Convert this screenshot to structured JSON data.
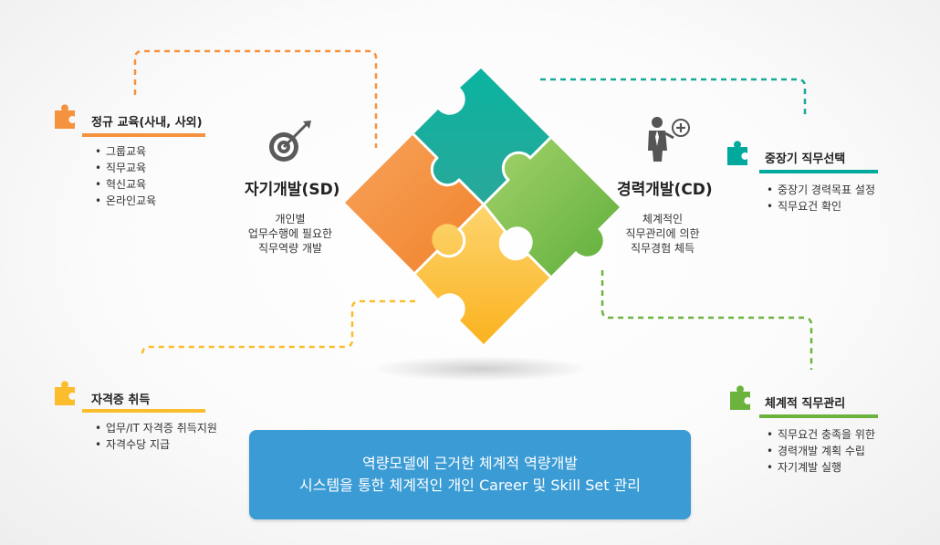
{
  "center_left": {
    "title": "자기개발(SD)",
    "desc": [
      "개인별",
      "업무수행에 필요한",
      "직무역량 개발"
    ]
  },
  "center_right": {
    "title": "경력개발(CD)",
    "desc": [
      "체계적인",
      "직무관리에 의한",
      "직무경험 체득"
    ]
  },
  "sections": {
    "regular_edu": {
      "title": "정규 교육(사내, 사외)",
      "items": [
        "그룹교육",
        "직무교육",
        "혁신교육",
        "온라인교육"
      ]
    },
    "certificate": {
      "title": "자격증 취득",
      "items": [
        "업무/IT 자격증 취득지원",
        "자격수당 지급"
      ]
    },
    "mid_long_job": {
      "title": "중장기 직무선택",
      "items": [
        "중장기 경력목표 설정",
        "직무요건 확인"
      ]
    },
    "systematic_job": {
      "title": "체계적 직무관리",
      "items": [
        "직무요건 충족을 위한",
        "경력개발 계획 수립",
        "자기계발 실행"
      ]
    }
  },
  "banner": {
    "line1": "역량모델에 근거한 체계적 역량개발",
    "line2": "시스템을 통한 체계적인 개인 Career 및 Skill Set 관리"
  },
  "colors": {
    "orange": "#f5923e",
    "yellow": "#fbbd2b",
    "teal": "#00a99d",
    "green": "#6cb33e",
    "banner": "#3a9bd5"
  },
  "icons": [
    "target-icon",
    "businessman-plus-icon",
    "puzzle-piece-icon"
  ]
}
